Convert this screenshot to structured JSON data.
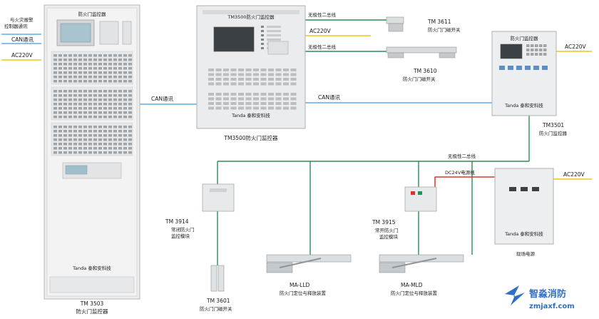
{
  "cabinet": {
    "title": "防火门监控器",
    "brand": "Tanda 泰和安科技",
    "model": "TM 3503",
    "name": "防火门监控器"
  },
  "left_labels": {
    "link": "与火灾报警\n控制器通讯",
    "can": "CAN通讯",
    "power": "AC220V"
  },
  "controller": {
    "title": "TM3500防火门监控器",
    "caption": "TM3500防火门监控器",
    "brand": "Tanda 泰和安科技"
  },
  "can_labels": {
    "left": "CAN通讯",
    "right": "CAN通讯"
  },
  "top_links": {
    "bus1": "无极性二总线",
    "ac": "AC220V",
    "bus2": "无极性二总线"
  },
  "sensors": {
    "tm3611": {
      "model": "TM 3611",
      "name": "防火门门磁开关"
    },
    "tm3610": {
      "model": "TM 3610",
      "name": "防火门门磁开关"
    }
  },
  "monitor_tm3501": {
    "title": "防火门监控器",
    "brand": "Tanda 泰和安科技",
    "power": "AC220V",
    "model": "TM3501",
    "name": "防火门监控器"
  },
  "bus_labels": {
    "bus": "无极性二总线",
    "dc": "DC24V电源线"
  },
  "power_box": {
    "brand": "Tanda 泰和安科技",
    "power": "AC220V",
    "name": "现场电源"
  },
  "module_3914": {
    "model": "TM 3914",
    "name": "常闭防火门\n监控模块"
  },
  "module_3915": {
    "model": "TM 3915",
    "name": "常开防火门\n监控模块"
  },
  "sensor_3601": {
    "model": "TM 3601",
    "name": "防火门门磁开关"
  },
  "closer_lld": {
    "model": "MA-LLD",
    "name": "防火门定位与释放装置"
  },
  "closer_mld": {
    "model": "MA-MLD",
    "name": "防火门定位与释放装置"
  },
  "watermark": {
    "name": "智淼消防",
    "url": "zmjaxf.com"
  },
  "colors": {
    "can_line": "#5aaee6",
    "bus_line": "#2e8b57",
    "power_line": "#f0c419",
    "dc_line": "#d9362b",
    "device": "#e6eaec"
  }
}
